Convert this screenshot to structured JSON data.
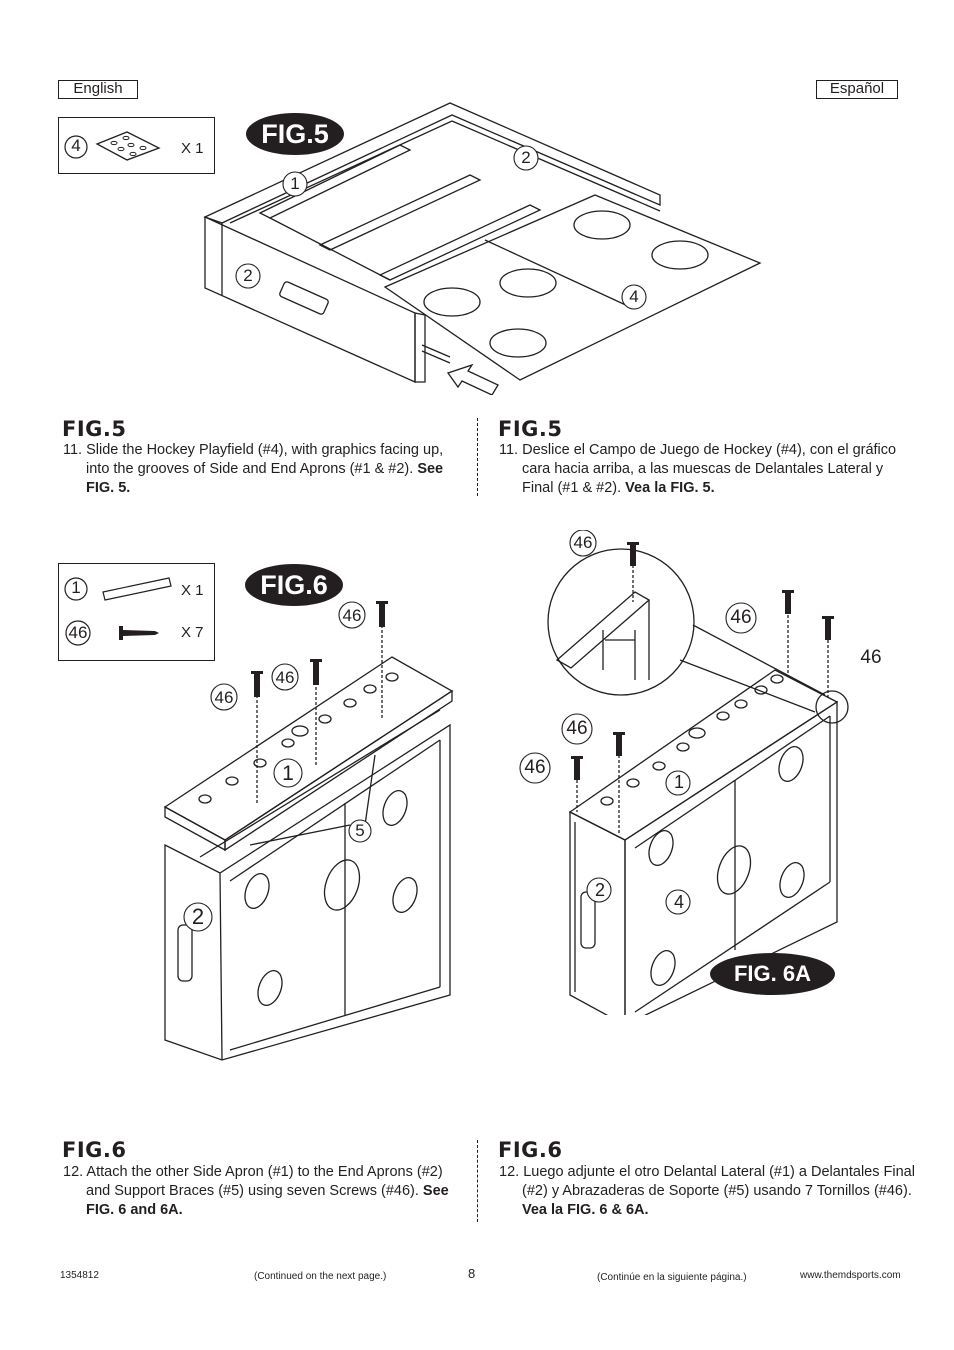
{
  "header": {
    "english_label": "English",
    "spanish_label": "Español"
  },
  "fig5": {
    "pill": "FIG.5",
    "parts": {
      "part_number": "4",
      "quantity": "X 1"
    },
    "callouts": [
      "1",
      "2",
      "2",
      "4"
    ],
    "en": {
      "title": "FIG.5",
      "num": "11.",
      "text": "Slide the Hockey Playfield (#4), with graphics facing up, into the grooves of Side and End Aprons (#1 & #2).",
      "ref": "See FIG. 5."
    },
    "es": {
      "title": "FIG.5",
      "num": "11.",
      "text": "Deslice el Campo de Juego de Hockey (#4), con el gráfico cara hacia arriba, a las muescas de Delantales Lateral y Final (#1 & #2).",
      "ref": "Vea la FIG. 5."
    }
  },
  "fig6": {
    "pill": "FIG.6",
    "parts": [
      {
        "part_number": "1",
        "quantity": "X 1"
      },
      {
        "part_number": "46",
        "quantity": "X 7"
      }
    ],
    "callouts": [
      "46",
      "46",
      "46",
      "1",
      "5",
      "2"
    ],
    "en": {
      "title": "FIG.6",
      "num": "12.",
      "text": "Attach the other Side Apron (#1) to the End Aprons (#2) and Support Braces (#5) using seven Screws (#46).",
      "ref": "See FIG. 6 and 6A."
    },
    "es": {
      "title": "FIG.6",
      "num": "12.",
      "text": "Luego adjunte el otro Delantal Lateral (#1) a Delantales Final (#2) y Abrazaderas de Soporte (#5) usando 7 Tornillos (#46).",
      "ref": "Vea la FIG. 6 & 6A."
    }
  },
  "fig6a": {
    "pill": "FIG. 6A",
    "callouts": [
      "46",
      "46",
      "46",
      "46",
      "46",
      "1",
      "2",
      "4"
    ]
  },
  "footer": {
    "part_code": "1354812",
    "continued_en": "(Continued on the next page.)",
    "page_number": "8",
    "continued_es": "(Continúe en la siguiente página.)",
    "website": "www.themdsports.com"
  }
}
